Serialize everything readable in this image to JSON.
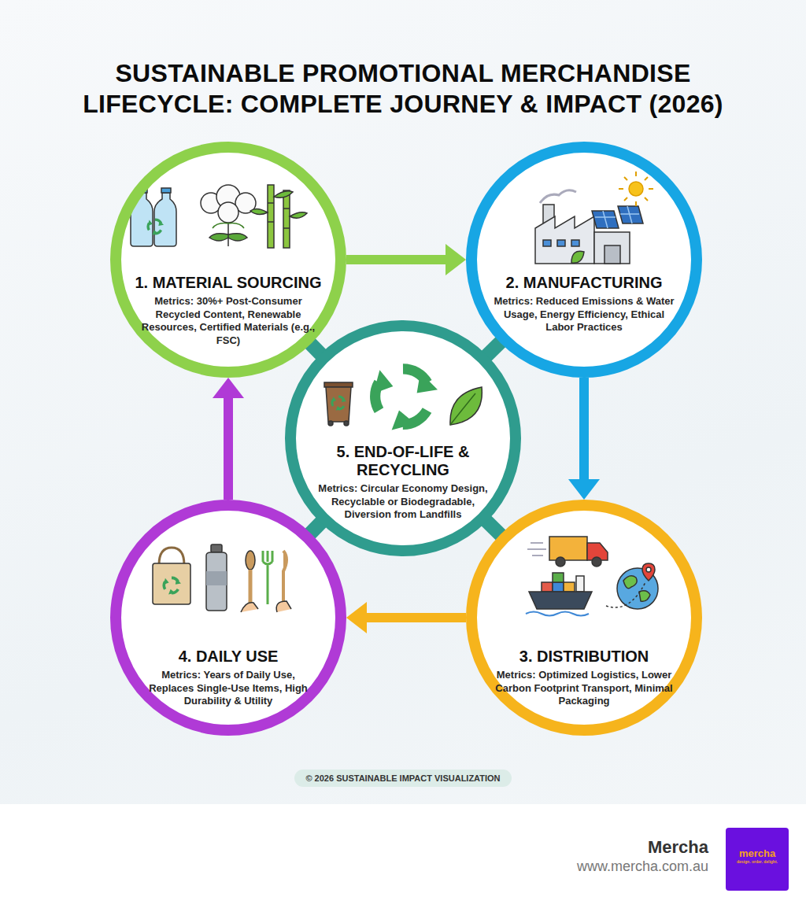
{
  "diagram": {
    "title": "SUSTAINABLE PROMOTIONAL MERCHANDISE LIFECYCLE: COMPLETE JOURNEY & IMPACT (2026)",
    "nodes": [
      {
        "text": [
          "1. MATERIAL SOURCING",
          "Metrics: 30%+ Post-Consumer Recycled Content, Renewable Resources, Certified Materials (e.g., FSC)"
        ]
      },
      {
        "text": [
          "2. MANUFACTURING",
          "Metrics: Reduced Emissions & Water Usage, Energy Efficiency, Ethical Labor Practices"
        ]
      },
      {
        "text": [
          "3. DISTRIBUTION",
          "Metrics: Optimized Logistics, Lower Carbon Footprint Transport, Minimal Packaging"
        ]
      },
      {
        "text": [
          "4. DAILY USE",
          "Metrics: Years of Daily Use, Replaces Single-Use Items, High Durability & Utility"
        ]
      },
      {
        "text": [
          "5. END-OF-LIFE & RECYCLING",
          "Metrics: Circular Economy Design, Recyclable or Biodegradable, Diversion from Landfills"
        ]
      },
      {
        "text": [
          "© 2026 SUSTAINABLE IMPACT VISUALIZATION"
        ]
      },
      {
        "text": [
          "mercha",
          "design. order. delight."
        ]
      }
    ],
    "edges": [
      {
        "from": 0,
        "to": 1,
        "arrow": "to"
      },
      {
        "from": 1,
        "to": 2,
        "arrow": "to"
      },
      {
        "from": 2,
        "to": 3,
        "arrow": "to"
      },
      {
        "from": 3,
        "to": 0,
        "arrow": "to"
      },
      {
        "from": 4,
        "to": 0,
        "arrow": "none"
      },
      {
        "from": 4,
        "to": 1,
        "arrow": "none"
      },
      {
        "from": 4,
        "to": 2,
        "arrow": "none"
      },
      {
        "from": 4,
        "to": 3,
        "arrow": "none"
      }
    ],
    "labels": [
      "Mercha",
      "www.mercha.com.au"
    ]
  }
}
